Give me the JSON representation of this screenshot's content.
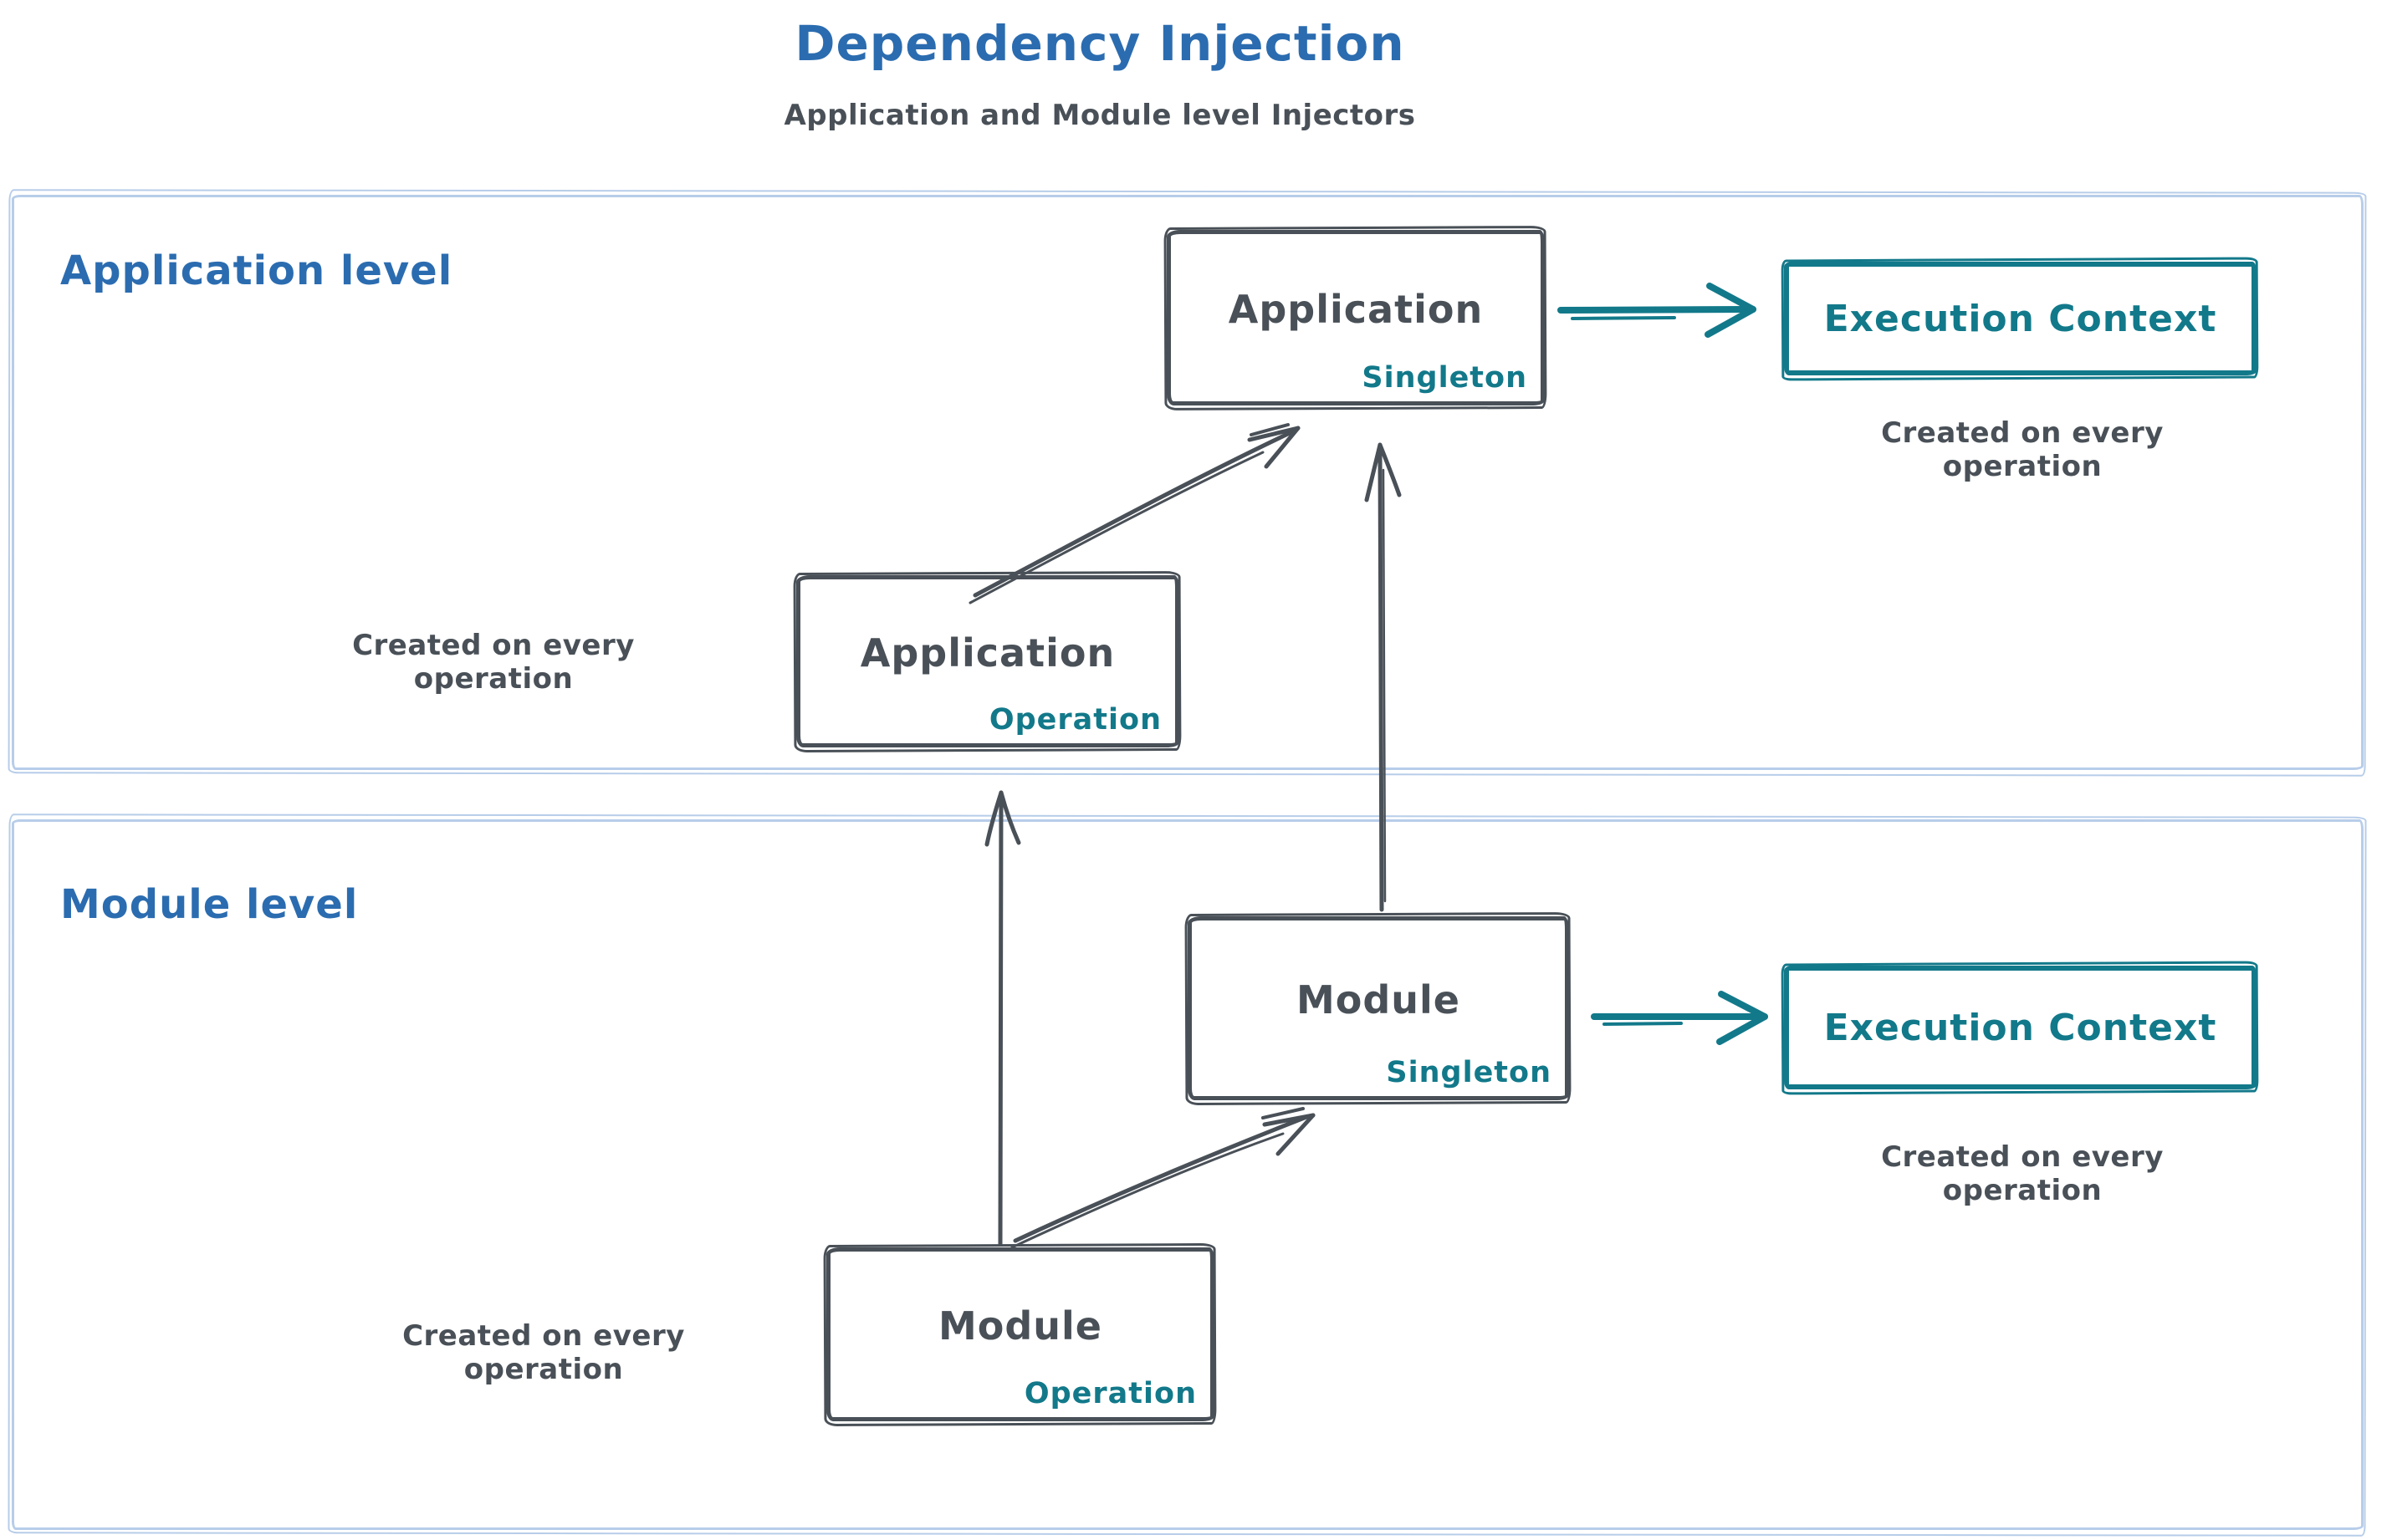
{
  "title": "Dependency Injection",
  "subtitle": "Application and Module level Injectors",
  "colors": {
    "title_blue": "#2b6cb0",
    "teal": "#12798a",
    "dark_stroke": "#495057",
    "container_border": "#b7cde9",
    "background": "#ffffff"
  },
  "application_level": {
    "label": "Application level",
    "singleton_node": {
      "title": "Application",
      "tag": "Singleton"
    },
    "operation_node": {
      "title": "Application",
      "tag": "Operation"
    },
    "operation_note": "Created on every operation",
    "execution_node": {
      "title": "Execution Context"
    },
    "execution_note": "Created on every operation"
  },
  "module_level": {
    "label": "Module level",
    "singleton_node": {
      "title": "Module",
      "tag": "Singleton"
    },
    "operation_node": {
      "title": "Module",
      "tag": "Operation"
    },
    "operation_note": "Created on every operation",
    "execution_node": {
      "title": "Execution Context"
    },
    "execution_note": "Created on every operation"
  },
  "connections": [
    {
      "from": "application-operation-node",
      "to": "application-singleton-node",
      "style": "dark-sketch-arrow"
    },
    {
      "from": "module-singleton-node",
      "to": "application-singleton-node",
      "style": "dark-sketch-arrow"
    },
    {
      "from": "module-operation-node",
      "to": "application-operation-node",
      "style": "dark-sketch-arrow"
    },
    {
      "from": "module-operation-node",
      "to": "module-singleton-node",
      "style": "dark-sketch-arrow"
    },
    {
      "from": "application-singleton-node",
      "to": "execution-context-application",
      "style": "teal-arrow"
    },
    {
      "from": "module-singleton-node",
      "to": "execution-context-module",
      "style": "teal-arrow"
    }
  ]
}
